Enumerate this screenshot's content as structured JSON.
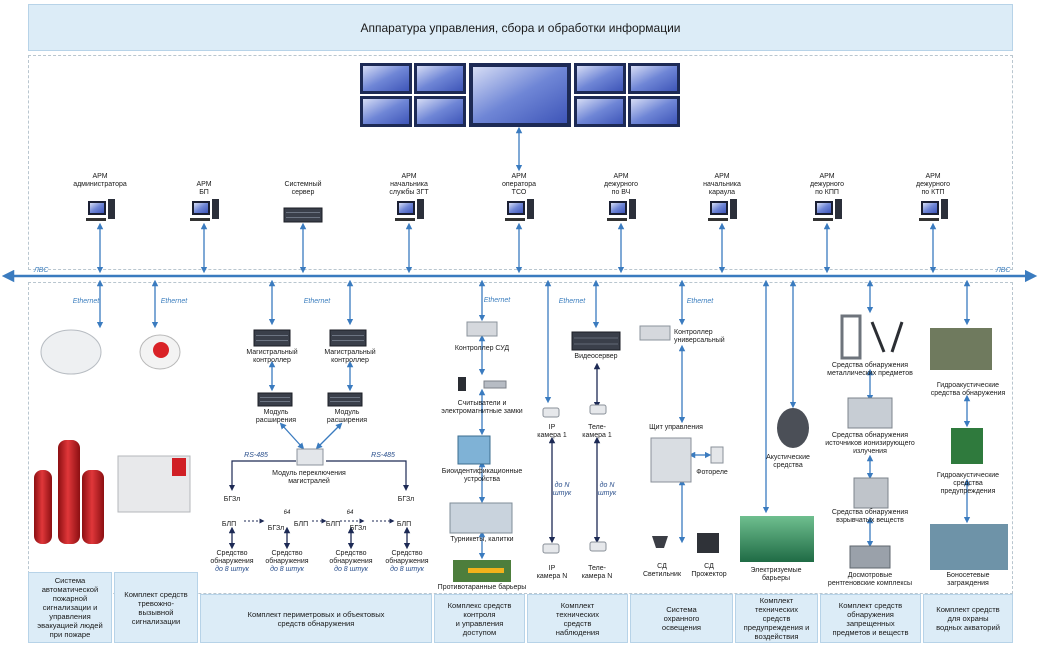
{
  "header": {
    "title": "Аппаратура управления, сбора и обработки информации"
  },
  "network": {
    "lvs_left": "ЛВС",
    "lvs_right": "ЛВС",
    "ethernet": "Ethernet"
  },
  "workstations": [
    {
      "line1": "АРМ",
      "line2": "администратора",
      "line3": ""
    },
    {
      "line1": "АРМ",
      "line2": "БП",
      "line3": ""
    },
    {
      "line1": "Системный",
      "line2": "сервер",
      "line3": ""
    },
    {
      "line1": "АРМ",
      "line2": "начальника",
      "line3": "службы ЗГТ"
    },
    {
      "line1": "АРМ",
      "line2": "оператора",
      "line3": "ТСО"
    },
    {
      "line1": "АРМ",
      "line2": "дежурного",
      "line3": "по ВЧ"
    },
    {
      "line1": "АРМ",
      "line2": "начальника",
      "line3": "караула"
    },
    {
      "line1": "АРМ",
      "line2": "дежурного",
      "line3": "по КПП"
    },
    {
      "line1": "АРМ",
      "line2": "дежурного",
      "line3": "по КТП"
    }
  ],
  "perimeter": {
    "controller": [
      "Магистральный",
      "контроллер"
    ],
    "module": [
      "Модуль",
      "расширения"
    ],
    "switch_module": [
      "Модуль переключения",
      "магистралей"
    ],
    "rs485": "RS-485",
    "bgz": "БГЗл",
    "blp": "БЛП",
    "count64": "64",
    "sensor": [
      "Средство",
      "обнаружения"
    ],
    "up_to_8": "до 8 штук"
  },
  "access": {
    "controller": "Контроллер СУД",
    "readers": [
      "Считыватели и",
      "электромагнитные замки"
    ],
    "biometric": [
      "Биоидентификационные",
      "устройства"
    ],
    "turnstiles": "Турникеты, калитки",
    "barriers": "Противотаранные барьеры"
  },
  "video": {
    "server": "Видеосервер",
    "ip_cam1": [
      "IP",
      "камера 1"
    ],
    "tv_cam1": [
      "Теле-",
      "камера 1"
    ],
    "up_to_n": [
      "до N",
      "штук"
    ],
    "ip_camN": [
      "IP",
      "камера N"
    ],
    "tv_camN": [
      "Теле-",
      "камера N"
    ]
  },
  "lighting": {
    "controller": [
      "Контроллер",
      "универсальный"
    ],
    "panel": "Щит управления",
    "photorelay": "Фотореле",
    "lamp": [
      "СД",
      "Светильник"
    ],
    "projector": [
      "СД",
      "Прожектор"
    ]
  },
  "deterrence": {
    "acoustic": [
      "Акустические",
      "средства"
    ],
    "electric": [
      "Электризуемые",
      "барьеры"
    ]
  },
  "checkpoint": {
    "metal": [
      "Средства обнаружения",
      "металлических предметов"
    ],
    "radiation": [
      "Средства обнаружения",
      "источников ионизирующего",
      "излучения"
    ],
    "explosive": [
      "Средства обнаружения",
      "взрывчатых веществ"
    ],
    "xray": [
      "Досмотровые",
      "рентгеновские комплексы"
    ]
  },
  "water": {
    "hydro_detect": [
      "Гидроакустические",
      "средства обнаружения"
    ],
    "hydro_deter": [
      "Гидроакустические",
      "средства",
      "предупреждения"
    ],
    "boom": [
      "Боносетевые",
      "заграждения"
    ]
  },
  "footer": {
    "fire": [
      "Система",
      "автоматической",
      "пожарной",
      "сигнализации и",
      "управления",
      "эвакуацией людей",
      "при пожаре"
    ],
    "alarm": [
      "Комплект средств",
      "тревожно-",
      "вызывной",
      "сигнализации"
    ],
    "perimeter": [
      "Комплект периметровых и объектовых",
      "средств обнаружения"
    ],
    "access": [
      "Комплекс средств",
      "контроля",
      "и управления",
      "доступом"
    ],
    "video": [
      "Комплект",
      "технических",
      "средств",
      "наблюдения"
    ],
    "lighting": [
      "Система",
      "охранного",
      "освещения"
    ],
    "deterrence": [
      "Комплект",
      "технических",
      "средств",
      "предупреждения и",
      "воздействия"
    ],
    "checkpoint": [
      "Комплект средств",
      "обнаружения",
      "запрещенных",
      "предметов и веществ"
    ],
    "water": [
      "Комплект средств",
      "для охраны",
      "водных акваторий"
    ]
  },
  "colors": {
    "network": "#3a7bbf",
    "panel": "#dcecf7",
    "screen": "#5a72c8",
    "frame": "#1d2a55"
  }
}
